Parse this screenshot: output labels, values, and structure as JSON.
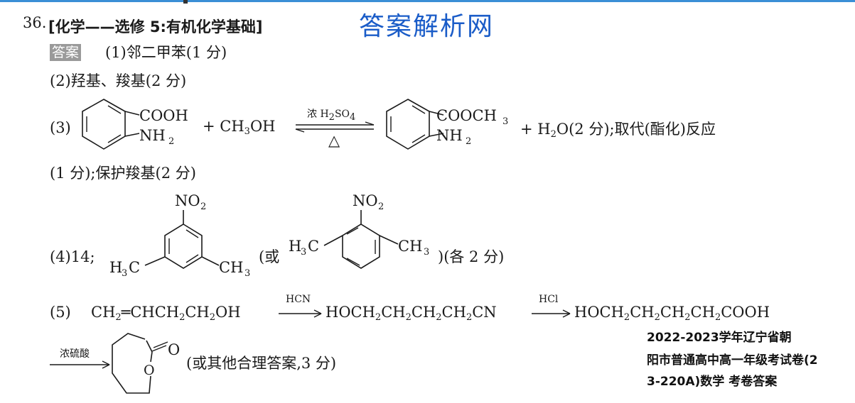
{
  "header": {
    "number": "36.",
    "title": "[化学——选修 5:有机化学基础]",
    "watermark": "答案解析网"
  },
  "answer_badge": "答案",
  "lines": {
    "l1": "(1)邻二甲苯(1 分)",
    "l2": "(2)羟基、羧基(2 分)",
    "l3_prefix": "(3)",
    "l3_plus1": "+ CH",
    "l3_ch3oh_tail": "OH",
    "l3_sub3": "3",
    "l3_cond_top_a": "浓 H",
    "l3_cond_top_b": "SO",
    "l3_sub2": "2",
    "l3_sub4": "4",
    "l3_cond_bottom": "△",
    "l3_plus2": "+ H",
    "l3_tail": "O(2 分);取代(酯化)反应",
    "l4": "(1 分);保护羧基(2 分)",
    "l5_prefix": "(4)14;",
    "l5_or": "(或",
    "l5_tail": ")(各 2 分)",
    "l6_prefix": "(5)",
    "l6_reagent1": "HCN",
    "l6_reagent2": "HCl",
    "l7_reagent": "浓硫酸",
    "l7_tail": "(或其他合理答案,3 分)"
  },
  "groups": {
    "cooh": "COOH",
    "cooch3": "COOCH",
    "nh2": "NH",
    "no2": "NO",
    "h3c": "H",
    "h3c_c": "C",
    "ch3": "CH",
    "o_ring": "O",
    "o_carbonyl": "O",
    "sub2": "2",
    "sub3": "3"
  },
  "formulas": {
    "f1_a": "CH",
    "f1_b": "═CHCH",
    "f1_c": "CH",
    "f1_d": "OH",
    "f2_a": "HOCH",
    "f2_b": "CH",
    "f2_c": "CH",
    "f2_d": "CH",
    "f2_e": "CN",
    "f3_a": "HOCH",
    "f3_b": "CH",
    "f3_c": "CH",
    "f3_d": "CH",
    "f3_e": "COOH",
    "sub": "2"
  },
  "side_note": {
    "line1": "2022-2023学年辽宁省朝",
    "line2": "阳市普通高中高一年级考试卷(2",
    "line3": "3-220A)数学 考卷答案"
  }
}
